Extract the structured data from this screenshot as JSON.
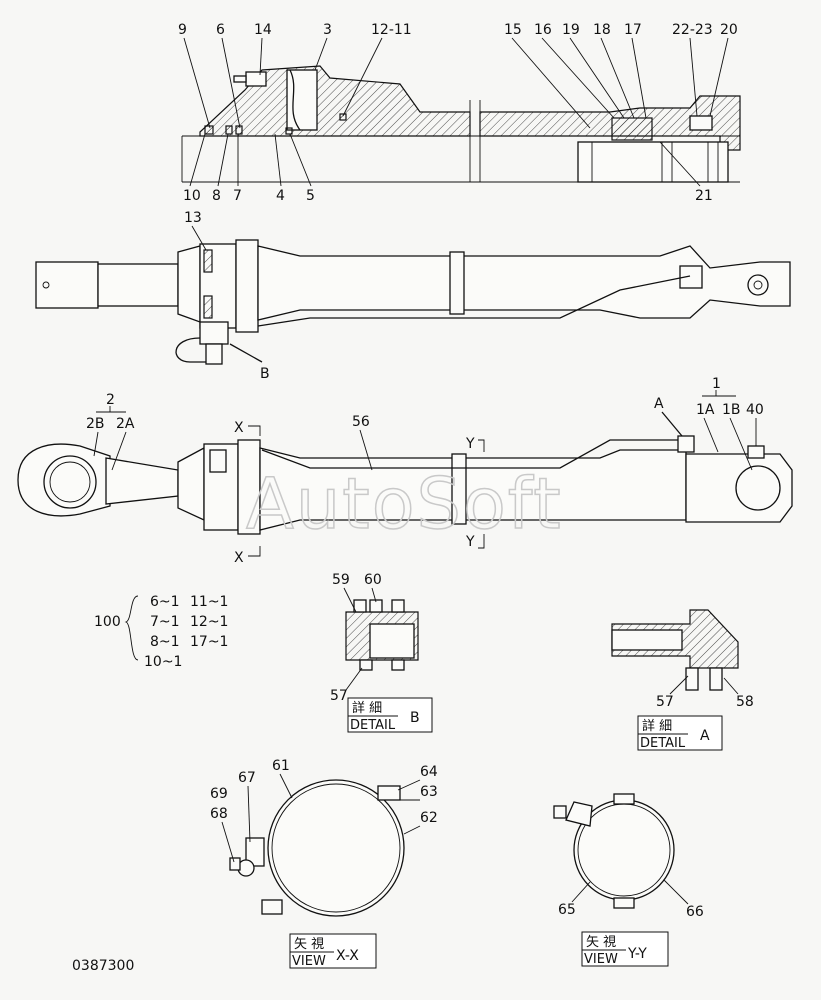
{
  "drawing_number": "0387300",
  "watermark": "AutoSoft",
  "section": {
    "top_labels": [
      "9",
      "6",
      "14",
      "3",
      "12-11",
      "15",
      "16",
      "19",
      "18",
      "17",
      "22-23",
      "20"
    ],
    "bottom_labels": [
      "10",
      "8",
      "7",
      "4",
      "5",
      "21"
    ]
  },
  "side_view": {
    "label_13": "13",
    "label_b": "B"
  },
  "assembly": {
    "label_2": "2",
    "label_2b": "2B",
    "label_2a": "2A",
    "label_56": "56",
    "label_a": "A",
    "label_1": "1",
    "label_1a": "1A",
    "label_1b": "1B",
    "label_40": "40",
    "section_x": "X",
    "section_y": "Y"
  },
  "kit": {
    "number": "100",
    "rows": [
      [
        "6~1",
        "11~1"
      ],
      [
        "7~1",
        "12~1"
      ],
      [
        "8~1",
        "17~1"
      ],
      [
        "10~1",
        ""
      ]
    ]
  },
  "detail_b": {
    "labels": [
      "59",
      "60",
      "57"
    ],
    "title_cjk": "詳 細",
    "title_en": "DETAIL",
    "letter": "B"
  },
  "detail_a": {
    "labels": [
      "57",
      "58"
    ],
    "title_cjk": "詳 細",
    "title_en": "DETAIL",
    "letter": "A"
  },
  "view_xx": {
    "labels": [
      "61",
      "67",
      "69",
      "68",
      "64",
      "63",
      "62"
    ],
    "title_cjk": "矢 視",
    "title_en": "VIEW",
    "letter": "X-X"
  },
  "view_yy": {
    "labels": [
      "65",
      "66"
    ],
    "title_cjk": "矢 視",
    "title_en": "VIEW",
    "letter": "Y-Y"
  }
}
